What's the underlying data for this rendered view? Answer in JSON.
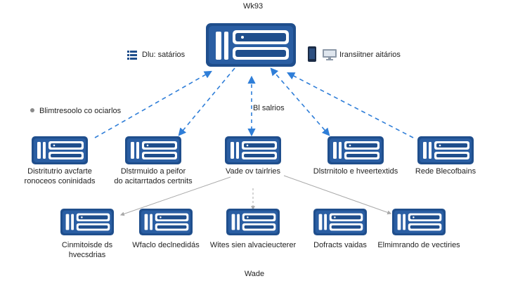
{
  "title": "Wk93",
  "footer": "Wade",
  "colors": {
    "server": "#1f4e8c",
    "server_dark": "#173e72",
    "dashed_edge": "#2f7ed8",
    "solid_edge": "#a9a9a9"
  },
  "root": {
    "icon": "server-icon"
  },
  "side_labels": {
    "left": "Dlu: satários",
    "right": "Iransiitner aitários",
    "left_mid": "Blimtresoolo co ociarlos",
    "center_mid": "Bl salrios"
  },
  "level1": [
    {
      "label_lines": [
        "Distritutrio avcfarte",
        "ronoceos coninidads"
      ],
      "icon": "server-icon"
    },
    {
      "label_lines": [
        "Dlstrmuido a peifor",
        "do acitarrtados certnits"
      ],
      "icon": "server-icon"
    },
    {
      "label_lines": [
        "Vade  ov  tairlries"
      ],
      "icon": "server-icon"
    },
    {
      "label_lines": [
        "Dlstrnitolo e hveertextids"
      ],
      "icon": "server-icon"
    },
    {
      "label_lines": [
        "Rede Blecofbains"
      ],
      "icon": "server-icon"
    }
  ],
  "level2": [
    {
      "label_lines": [
        "Cinmitoisde ds",
        "hvecsdrias"
      ],
      "icon": "server-icon"
    },
    {
      "label_lines": [
        "Wfaclo declnedidás"
      ],
      "icon": "server-icon"
    },
    {
      "label_lines": [
        "Wites sien alvacieucterer"
      ],
      "icon": "server-icon"
    },
    {
      "label_lines": [
        "Dofracts vaidas"
      ],
      "icon": "server-icon"
    },
    {
      "label_lines": [
        "Elmimrando de vectiries"
      ],
      "icon": "server-icon"
    }
  ]
}
